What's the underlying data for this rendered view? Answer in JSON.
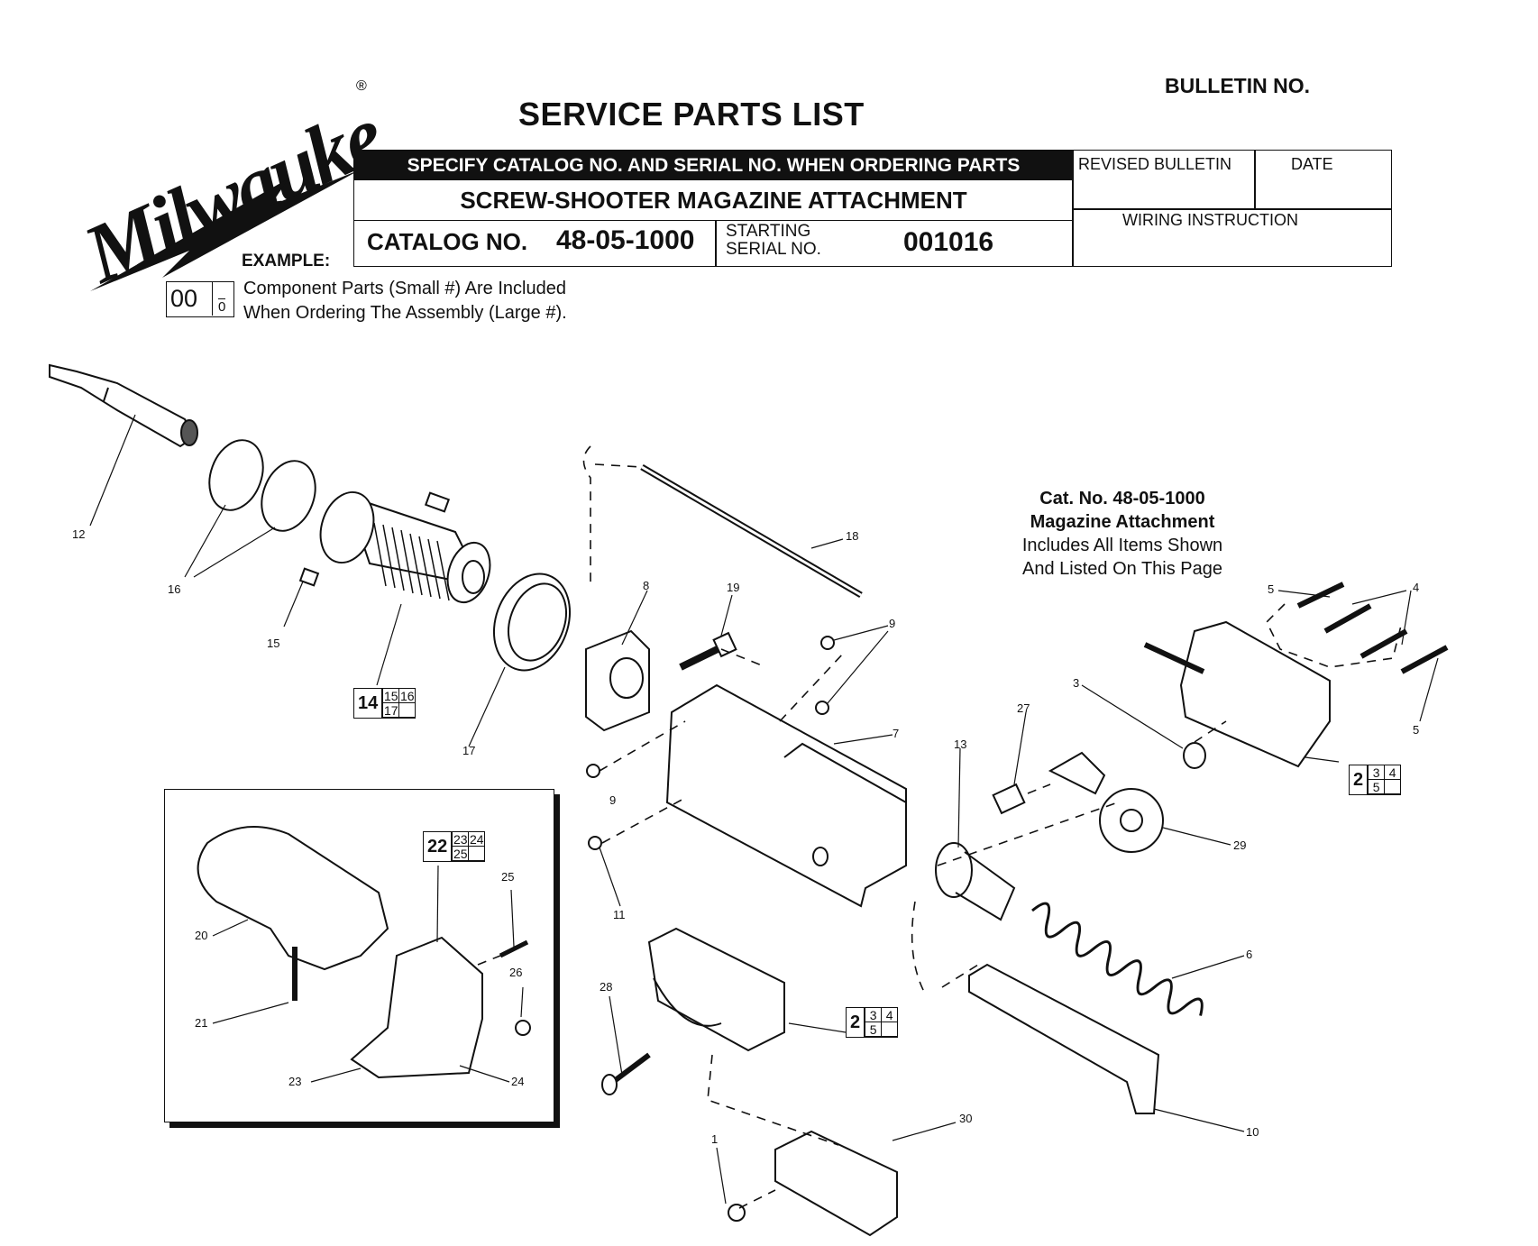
{
  "header": {
    "brand": "Milwaukee",
    "registered_mark": "®",
    "title": "SERVICE PARTS LIST",
    "bulletin_label": "BULLETIN NO.",
    "specify_notice": "SPECIFY CATALOG NO. AND SERIAL NO. WHEN ORDERING PARTS",
    "product_name": "SCREW-SHOOTER MAGAZINE ATTACHMENT",
    "catalog_label": "CATALOG NO.",
    "catalog_number": "48-05-1000",
    "starting_label": "STARTING",
    "serial_label": "SERIAL NO.",
    "serial_number": "001016",
    "revised_bulletin_label": "REVISED BULLETIN",
    "date_label": "DATE",
    "wiring_label": "WIRING INSTRUCTION"
  },
  "example": {
    "label": "EXAMPLE:",
    "big_number": "00",
    "small_number": "0",
    "line1": "Component Parts (Small #) Are Included",
    "line2": "When Ordering The Assembly (Large #)."
  },
  "catalog_info": {
    "line1": "Cat. No. 48-05-1000",
    "line2": "Magazine Attachment",
    "line3": "Includes All Items Shown",
    "line4": "And Listed On This Page"
  },
  "callouts": {
    "c12": "12",
    "c16": "16",
    "c15": "15",
    "c14": "14",
    "c17": "17",
    "c8": "8",
    "c19": "19",
    "c18": "18",
    "c9a": "9",
    "c9b": "9",
    "c7": "7",
    "c11": "11",
    "c5a": "5",
    "c4": "4",
    "c5b": "5",
    "c3": "3",
    "c27": "27",
    "c13": "13",
    "c29": "29",
    "c6": "6",
    "c10": "10",
    "c28": "28",
    "c30": "30",
    "c1": "1",
    "c20": "20",
    "c21": "21",
    "c22": "22",
    "c25": "25",
    "c26": "26",
    "c23": "23",
    "c24": "24"
  },
  "assembly_refs": {
    "a14": {
      "big": "14",
      "sub": [
        "15",
        "16",
        "17",
        ""
      ]
    },
    "a22": {
      "big": "22",
      "sub": [
        "23",
        "24",
        "25",
        ""
      ]
    },
    "a2_upper": {
      "big": "2",
      "sub": [
        "3",
        "4",
        "5",
        ""
      ]
    },
    "a2_lower": {
      "big": "2",
      "sub": [
        "3",
        "4",
        "5",
        ""
      ]
    }
  }
}
